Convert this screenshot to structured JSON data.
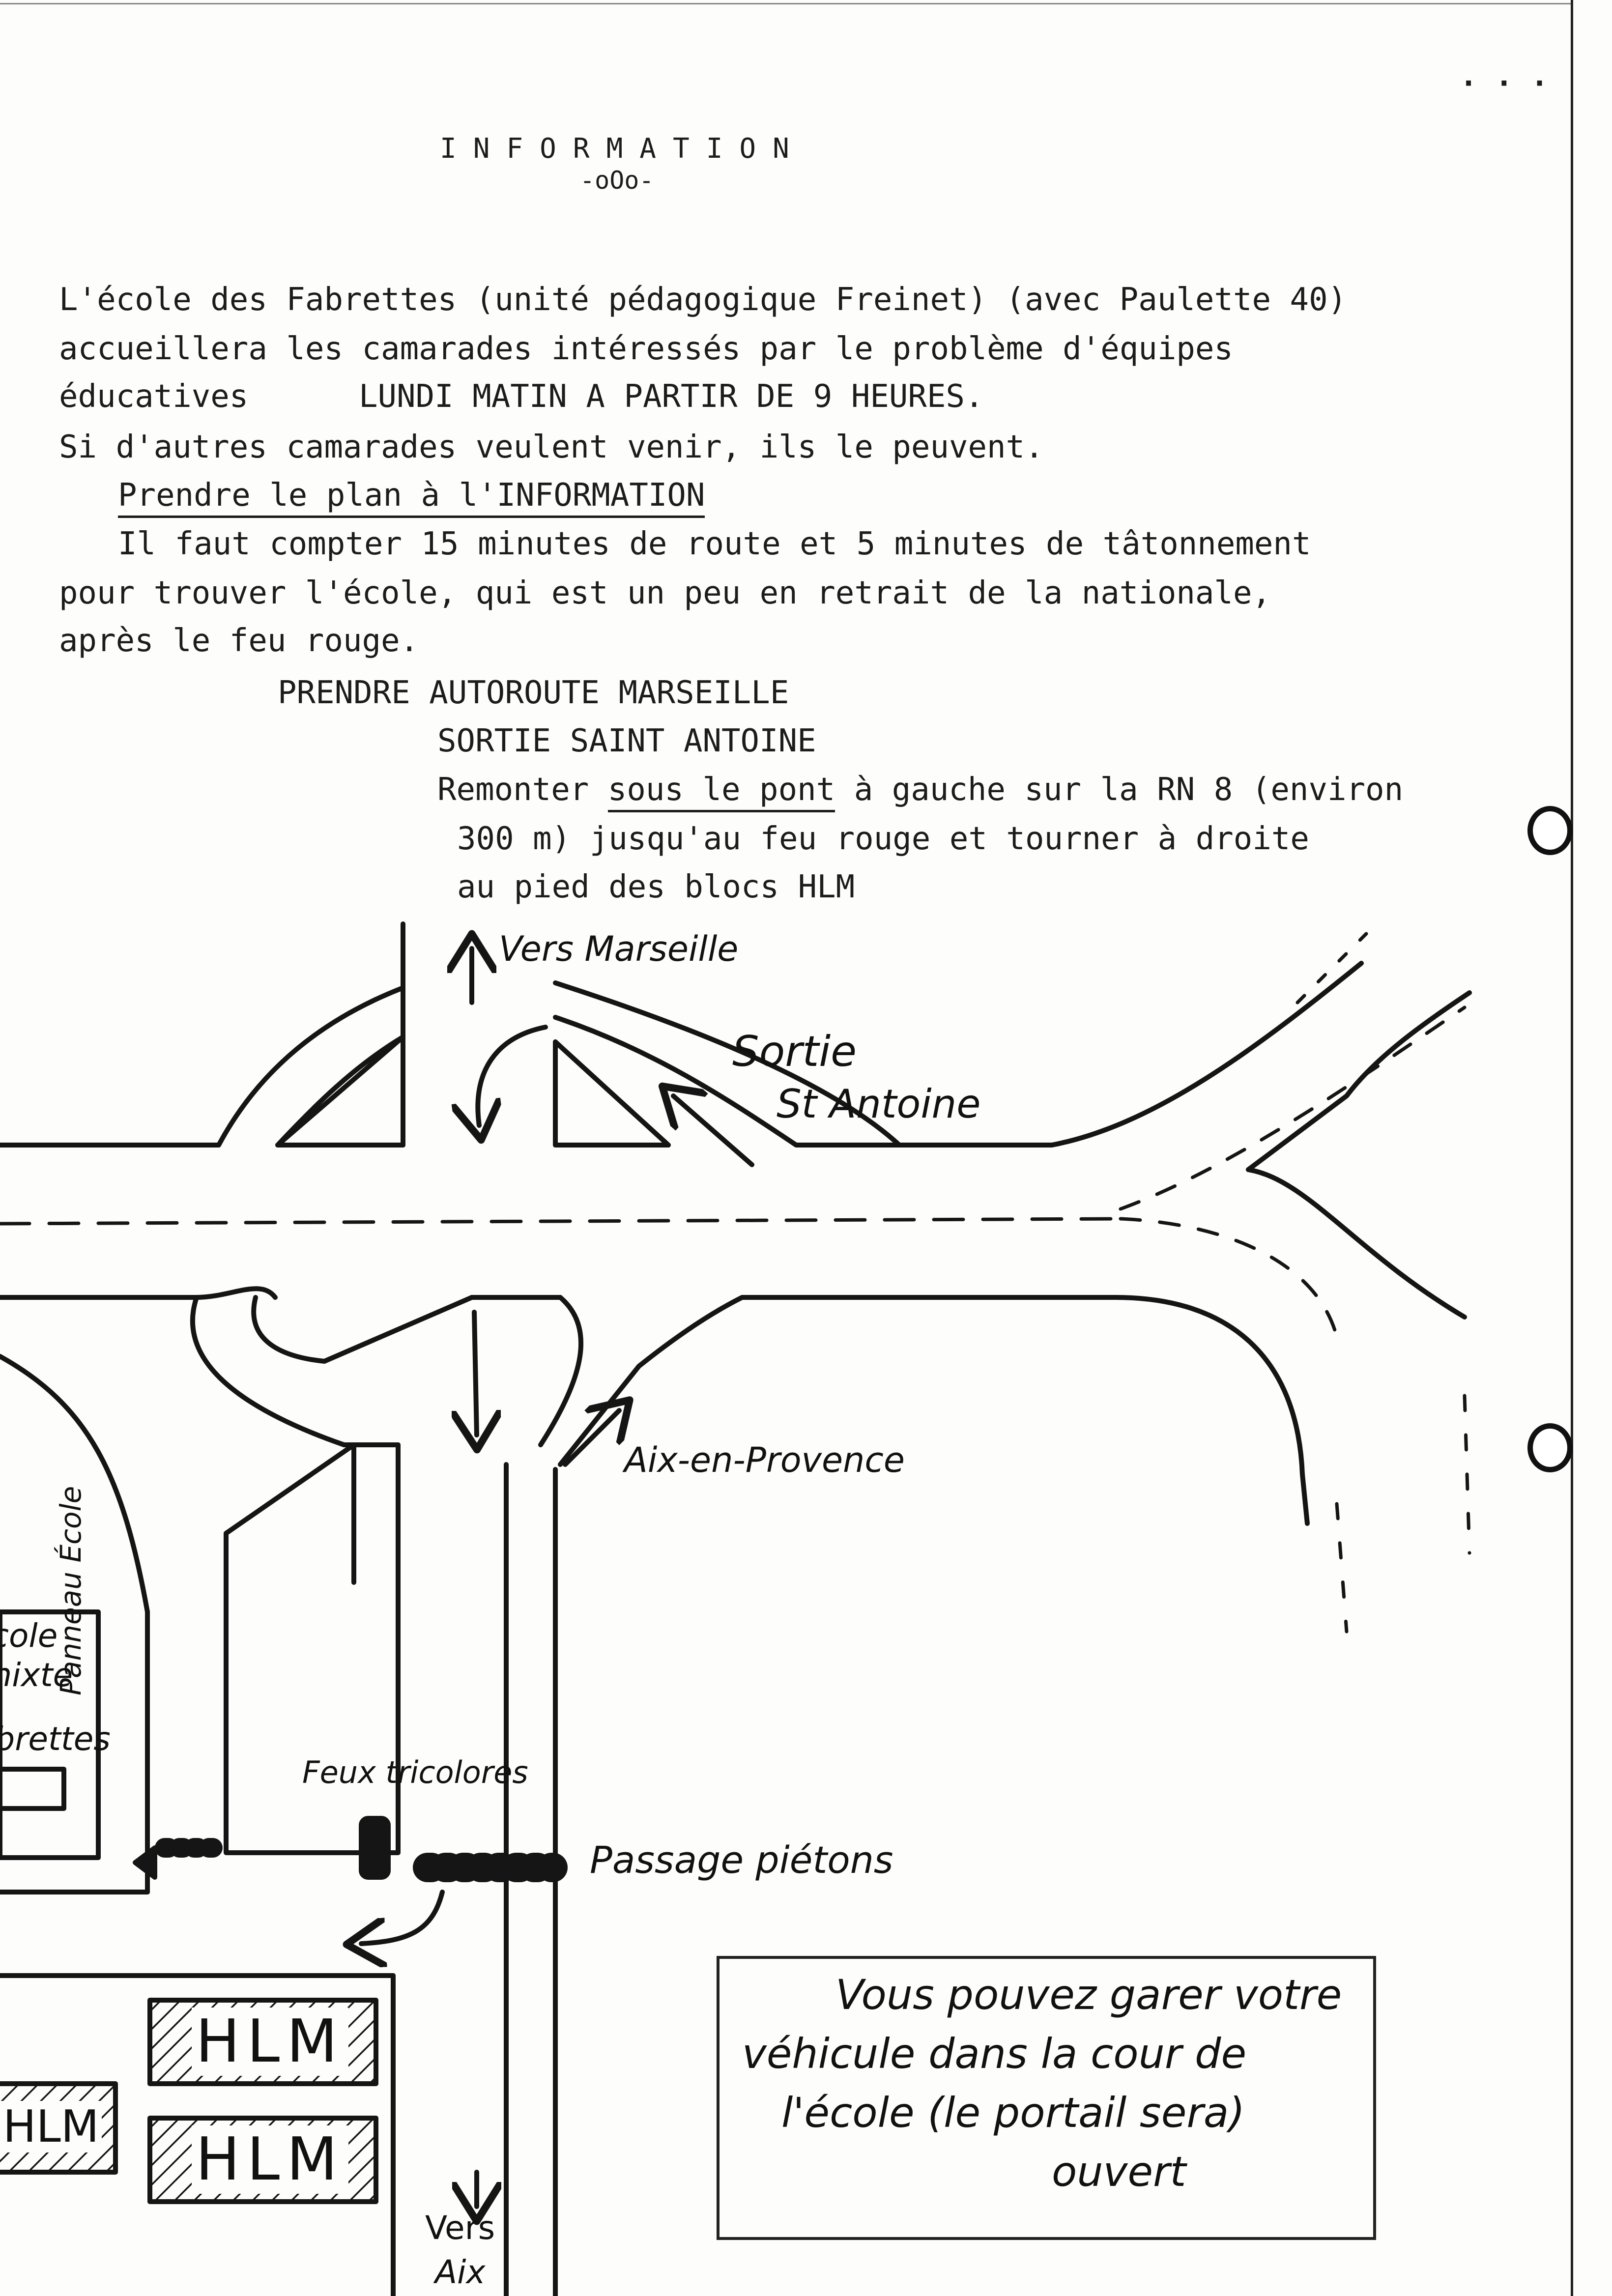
{
  "header": {
    "title": "INFORMATION",
    "subtitle": "-oOo-",
    "corner_marks": "· · ·"
  },
  "body": {
    "lines": [
      "L'école des Fabrettes (unité pédagogique Freinet) (avec Paulette 40)",
      "accueillera les camarades intéressés par le problème d'équipes",
      "éducatives",
      "LUNDI MATIN A PARTIR DE 9 HEURES.",
      "Si d'autres camarades veulent venir, ils le peuvent."
    ],
    "plan_note": "Prendre le plan à l'INFORMATION",
    "paragraph2": [
      "Il faut compter 15 minutes de route et 5 minutes de tâtonnement",
      "pour trouver l'école, qui est un peu en retrait de la nationale,",
      "après le feu rouge."
    ]
  },
  "directions": {
    "line1": "PRENDRE AUTOROUTE MARSEILLE",
    "line2": "SORTIE SAINT ANTOINE",
    "line3_before": "Remonter ",
    "line3_underlined": "sous le pont",
    "line3_after": " à gauche sur la RN 8 (environ",
    "line4": "300 m) jusqu'au feu rouge et tourner à droite",
    "line5": "au pied des blocs HLM"
  },
  "map": {
    "vers_marseille": "Vers Marseille",
    "sortie_line1": "Sortie",
    "sortie_line2": "St Antoine",
    "aix_en_provence": "Aix-en-Provence",
    "ecole_line1": "École",
    "ecole_line2": "mixte",
    "ecole_line3": "Fabrettes",
    "panneau_ecole": "Panneau École",
    "feux_tricolores": "Feux tricolores",
    "passage_pietons": "Passage piétons",
    "hlm_1": "HLM",
    "hlm_2": "HLM",
    "hlm_3": "HLM",
    "vers_aix_line1": "Vers",
    "vers_aix_line2": "Aix",
    "parking_note": [
      "Vous pouvez garer votre",
      "véhicule dans la cour de",
      "l'école (le portail sera)",
      "ouvert"
    ]
  }
}
